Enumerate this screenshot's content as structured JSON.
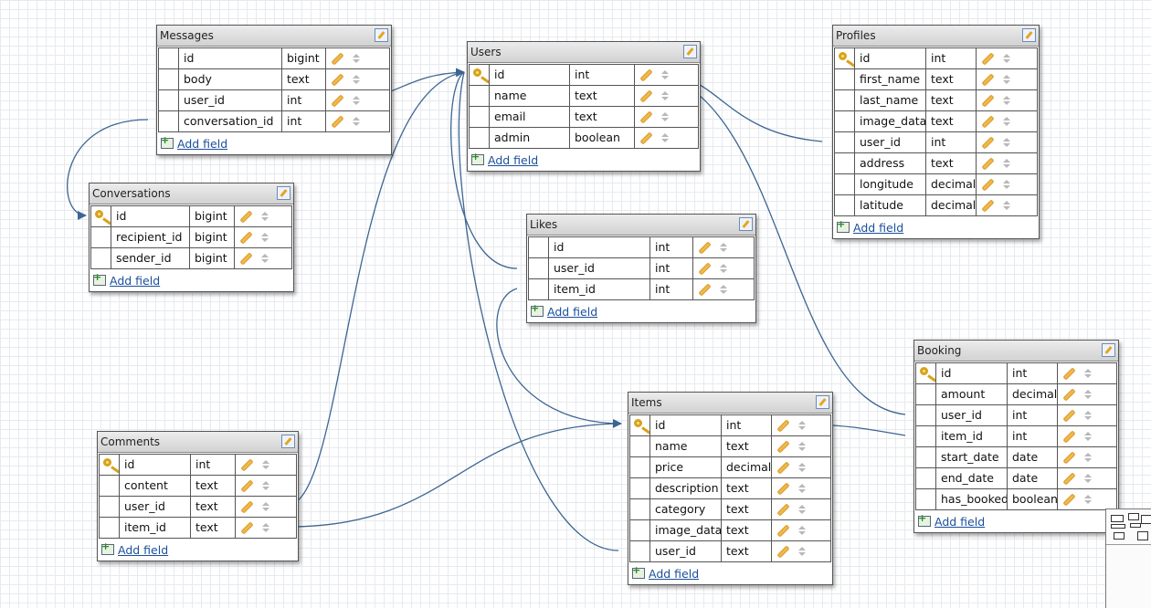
{
  "diagram": {
    "add_field_label": "Add field",
    "tables": [
      {
        "key": "messages",
        "name": "Messages",
        "fields": [
          {
            "name": "id",
            "type": "bigint",
            "pk": false
          },
          {
            "name": "body",
            "type": "text",
            "pk": false
          },
          {
            "name": "user_id",
            "type": "int",
            "pk": false
          },
          {
            "name": "conversation_id",
            "type": "int",
            "pk": false
          }
        ]
      },
      {
        "key": "users",
        "name": "Users",
        "fields": [
          {
            "name": "id",
            "type": "int",
            "pk": true
          },
          {
            "name": "name",
            "type": "text",
            "pk": false
          },
          {
            "name": "email",
            "type": "text",
            "pk": false
          },
          {
            "name": "admin",
            "type": "boolean",
            "pk": false
          }
        ]
      },
      {
        "key": "profiles",
        "name": "Profiles",
        "fields": [
          {
            "name": "id",
            "type": "int",
            "pk": true
          },
          {
            "name": "first_name",
            "type": "text",
            "pk": false
          },
          {
            "name": "last_name",
            "type": "text",
            "pk": false
          },
          {
            "name": "image_data",
            "type": "text",
            "pk": false
          },
          {
            "name": "user_id",
            "type": "int",
            "pk": false
          },
          {
            "name": "address",
            "type": "text",
            "pk": false
          },
          {
            "name": "longitude",
            "type": "decimal",
            "pk": false
          },
          {
            "name": "latitude",
            "type": "decimal",
            "pk": false
          }
        ]
      },
      {
        "key": "conversations",
        "name": "Conversations",
        "fields": [
          {
            "name": "id",
            "type": "bigint",
            "pk": true
          },
          {
            "name": "recipient_id",
            "type": "bigint",
            "pk": false
          },
          {
            "name": "sender_id",
            "type": "bigint",
            "pk": false
          }
        ]
      },
      {
        "key": "likes",
        "name": "Likes",
        "fields": [
          {
            "name": "id",
            "type": "int",
            "pk": false
          },
          {
            "name": "user_id",
            "type": "int",
            "pk": false
          },
          {
            "name": "item_id",
            "type": "int",
            "pk": false
          }
        ]
      },
      {
        "key": "booking",
        "name": "Booking",
        "fields": [
          {
            "name": "id",
            "type": "int",
            "pk": true
          },
          {
            "name": "amount",
            "type": "decimal",
            "pk": false
          },
          {
            "name": "user_id",
            "type": "int",
            "pk": false
          },
          {
            "name": "item_id",
            "type": "int",
            "pk": false
          },
          {
            "name": "start_date",
            "type": "date",
            "pk": false
          },
          {
            "name": "end_date",
            "type": "date",
            "pk": false
          },
          {
            "name": "has_booked",
            "type": "boolean",
            "pk": false
          }
        ]
      },
      {
        "key": "items",
        "name": "Items",
        "fields": [
          {
            "name": "id",
            "type": "int",
            "pk": true
          },
          {
            "name": "name",
            "type": "text",
            "pk": false
          },
          {
            "name": "price",
            "type": "decimal",
            "pk": false
          },
          {
            "name": "description",
            "type": "text",
            "pk": false
          },
          {
            "name": "category",
            "type": "text",
            "pk": false
          },
          {
            "name": "image_data",
            "type": "text",
            "pk": false
          },
          {
            "name": "user_id",
            "type": "text",
            "pk": false
          }
        ]
      },
      {
        "key": "comments",
        "name": "Comments",
        "fields": [
          {
            "name": "id",
            "type": "int",
            "pk": true
          },
          {
            "name": "content",
            "type": "text",
            "pk": false
          },
          {
            "name": "user_id",
            "type": "text",
            "pk": false
          },
          {
            "name": "item_id",
            "type": "text",
            "pk": false
          }
        ]
      }
    ],
    "relations": [
      {
        "from": "messages.user_id",
        "to": "users.id"
      },
      {
        "from": "messages.conversation_id",
        "to": "conversations.id"
      },
      {
        "from": "profiles.user_id",
        "to": "users.id"
      },
      {
        "from": "likes.user_id",
        "to": "users.id"
      },
      {
        "from": "likes.item_id",
        "to": "items.id"
      },
      {
        "from": "comments.user_id",
        "to": "users.id"
      },
      {
        "from": "comments.item_id",
        "to": "items.id"
      },
      {
        "from": "items.user_id",
        "to": "users.id"
      },
      {
        "from": "booking.user_id",
        "to": "users.id"
      },
      {
        "from": "booking.item_id",
        "to": "items.id"
      }
    ],
    "colors": {
      "relation_line": "#3d6592",
      "link": "#1a4f9c",
      "key": "#d8a21a"
    }
  }
}
